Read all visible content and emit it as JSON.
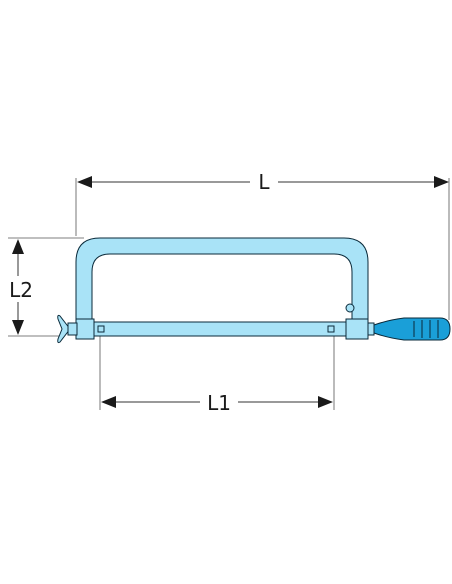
{
  "dimensions": {
    "overall_length_label": "L",
    "blade_length_label": "L1",
    "frame_height_label": "L2"
  },
  "colors": {
    "frame_fill": "#a9e3f7",
    "handle_fill": "#1a9fd8",
    "outline": "#0a2a3a",
    "dimension_lines": "#333333"
  },
  "parts": {
    "frame": "u-shaped-frame",
    "blade": "saw-blade",
    "handle": "grip-handle",
    "wing_nut": "tensioning-wing-nut"
  }
}
